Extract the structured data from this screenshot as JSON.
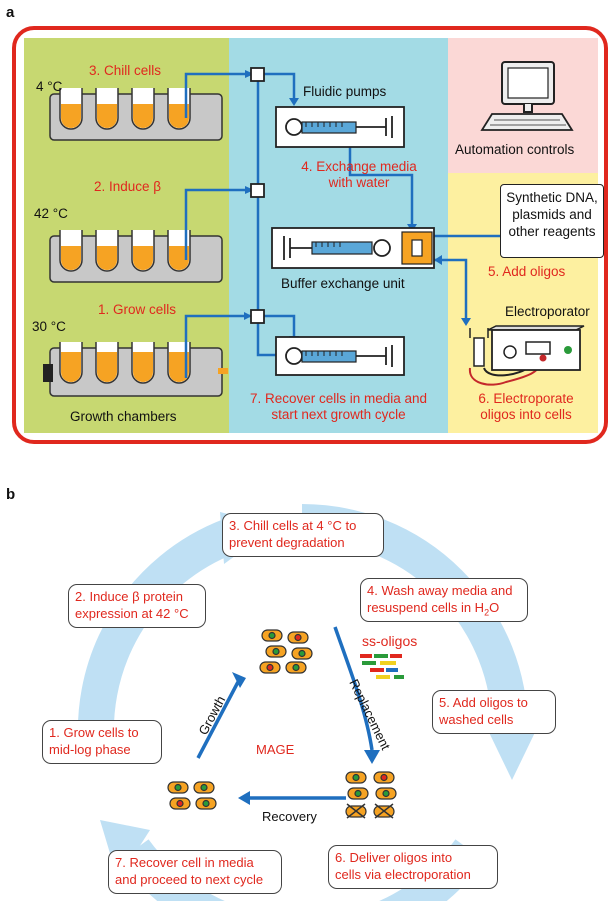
{
  "panel_a": {
    "letter": "a",
    "temps": {
      "t4": "4 °C",
      "t42": "42 °C",
      "t30": "30 °C"
    },
    "growth_chambers": "Growth chambers",
    "fluidic_pumps": "Fluidic pumps",
    "buffer_exchange_unit": "Buffer exchange unit",
    "automation_controls": "Automation controls",
    "reagents": [
      "Synthetic DNA,",
      "plasmids and",
      "other reagents"
    ],
    "electroporator": "Electroporator",
    "steps": {
      "s1": "1. Grow cells",
      "s2": "2. Induce β",
      "s3": "3. Chill cells",
      "s4": [
        "4. Exchange media",
        "with water"
      ],
      "s5": "5. Add oligos",
      "s6": [
        "6. Electroporate",
        "oligos into cells"
      ],
      "s7": [
        "7. Recover cells in media and",
        "start next growth cycle"
      ]
    },
    "colors": {
      "green": "#c7d871",
      "blue": "#a3dbe5",
      "pink": "#fbd8d6",
      "yellow": "#fdf0a0",
      "frame": "#e0281e",
      "arrow": "#1f6fbf",
      "tube": "#f6a323"
    }
  },
  "panel_b": {
    "letter": "b",
    "center": "MAGE",
    "ss_oligos": "ss-oligos",
    "arrow_labels": {
      "growth": "Growth",
      "replacement": "Replacement",
      "recovery": "Recovery"
    },
    "steps": {
      "s1": [
        "1. Grow cells to",
        "mid-log phase"
      ],
      "s2": [
        "2. Induce β protein",
        "expression at 42 °C"
      ],
      "s3": [
        "3. Chill cells at 4 °C to",
        "prevent degradation"
      ],
      "s4_line1": "4. Wash away media and",
      "s4_line2": "resuspend cells in H",
      "s4_sub": "2",
      "s4_tail": "O",
      "s5": [
        "5. Add oligos to",
        "washed cells"
      ],
      "s6": [
        "6. Deliver oligos into",
        "cells via electroporation"
      ],
      "s7": [
        "7. Recover cell in media",
        "and proceed to next cycle"
      ]
    },
    "colors": {
      "cycle": "#bfe0f4",
      "arrow": "#1f6fbf",
      "cell": "#f6a323"
    }
  }
}
